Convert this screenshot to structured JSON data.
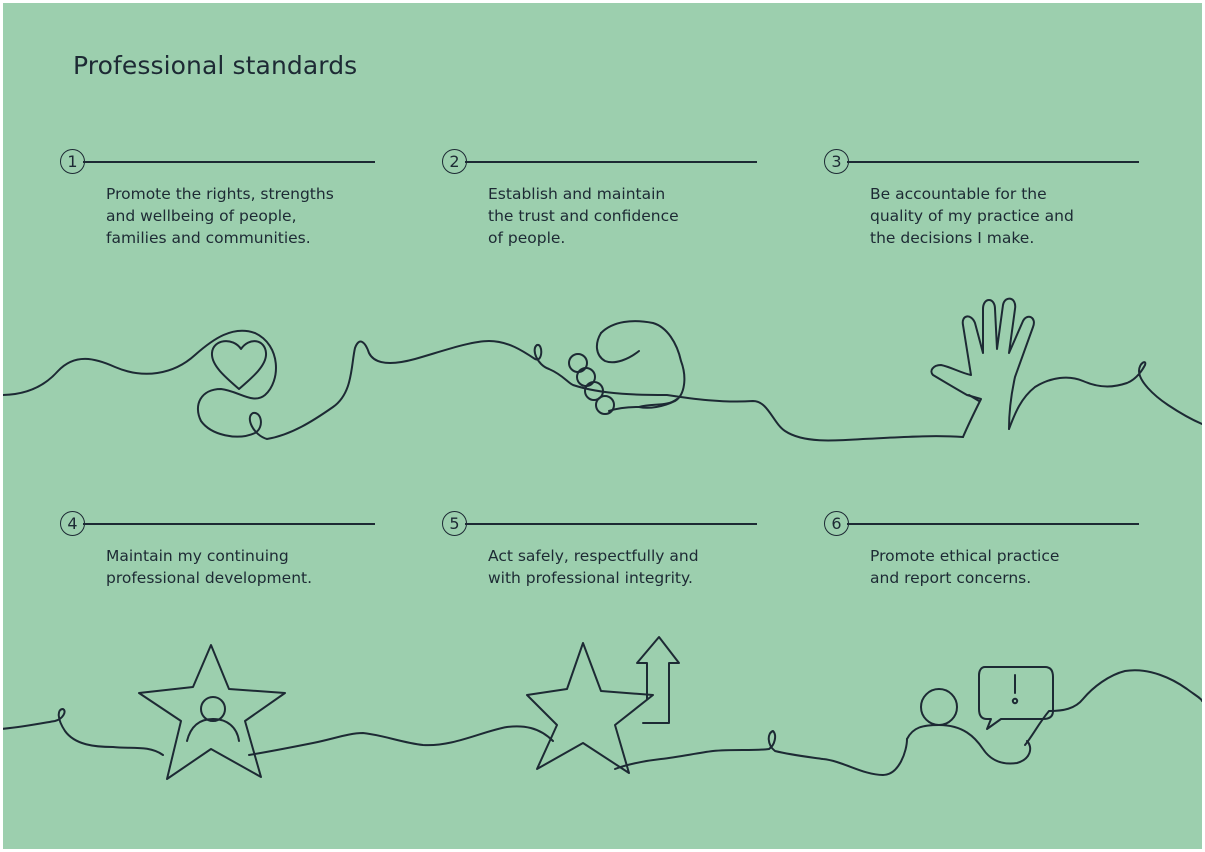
{
  "title": "Professional standards",
  "colors": {
    "background": "#9ccfae",
    "ink": "#1d2a34"
  },
  "standards": [
    {
      "number": "1",
      "text": "Promote the rights, strengths\nand wellbeing of people,\nfamilies and communities.",
      "icon": "heart-icon"
    },
    {
      "number": "2",
      "text": "Establish and maintain\nthe trust and confidence\nof people.",
      "icon": "handshake-icon"
    },
    {
      "number": "3",
      "text": "Be accountable for the\nquality of my practice and\nthe decisions I make.",
      "icon": "raised-hand-icon"
    },
    {
      "number": "4",
      "text": "Maintain my continuing\nprofessional development.",
      "icon": "star-person-icon"
    },
    {
      "number": "5",
      "text": "Act safely, respectfully and\nwith professional integrity.",
      "icon": "star-arrow-icon"
    },
    {
      "number": "6",
      "text": "Promote ethical practice\nand report concerns.",
      "icon": "person-alert-speech-icon"
    }
  ]
}
